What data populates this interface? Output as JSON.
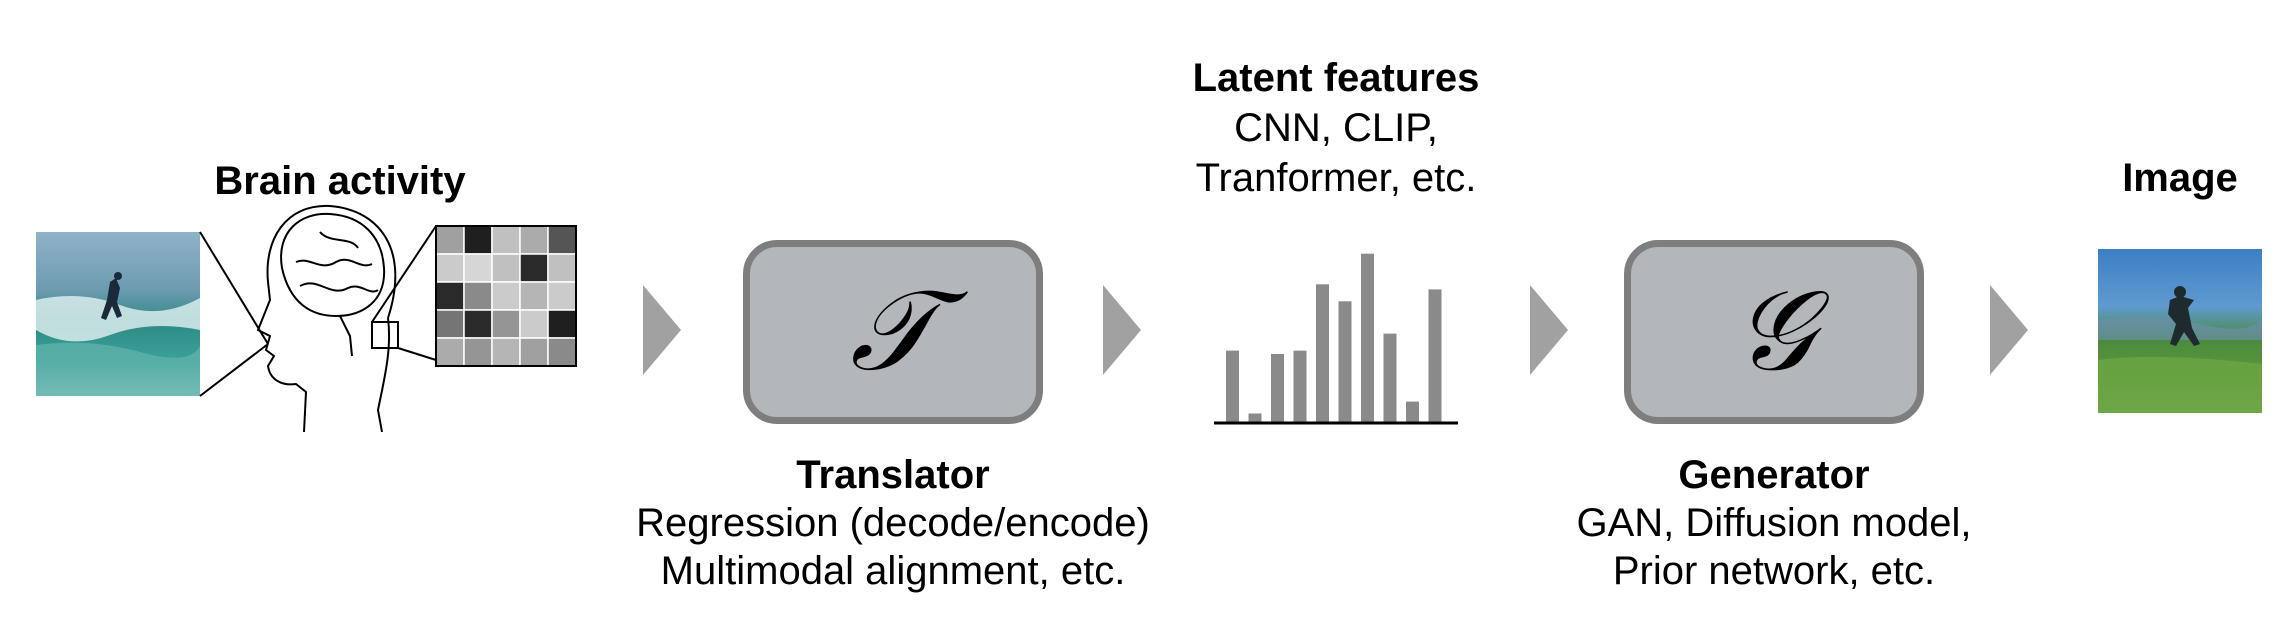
{
  "brain": {
    "title": "Brain activity",
    "matrix": [
      [
        0.65,
        0.05,
        0.8,
        0.7,
        0.3
      ],
      [
        0.85,
        0.9,
        0.8,
        0.1,
        0.8
      ],
      [
        0.1,
        0.55,
        0.85,
        0.75,
        0.85
      ],
      [
        0.45,
        0.1,
        0.6,
        0.85,
        0.05
      ],
      [
        0.7,
        0.6,
        0.75,
        0.65,
        0.55
      ]
    ]
  },
  "translator": {
    "symbol": "𝒯",
    "title": "Translator",
    "lines": [
      "Regression (decode/encode)",
      "Multimodal alignment, etc."
    ]
  },
  "latent": {
    "title": "Latent features",
    "lines": [
      "CNN, CLIP,",
      "Tranformer, etc."
    ],
    "bar_values": [
      0.42,
      0.05,
      0.4,
      0.42,
      0.81,
      0.71,
      0.99,
      0.52,
      0.12,
      0.78
    ]
  },
  "generator": {
    "symbol": "𝒢",
    "title": "Generator",
    "lines": [
      "GAN, Diffusion model,",
      "Prior network, etc."
    ]
  },
  "image": {
    "title": "Image"
  },
  "colors": {
    "arrow": "#a1a1a1",
    "block_fill": "#b3b6ba",
    "block_border": "#7e7e7e",
    "bar": "#8a8a8a"
  }
}
